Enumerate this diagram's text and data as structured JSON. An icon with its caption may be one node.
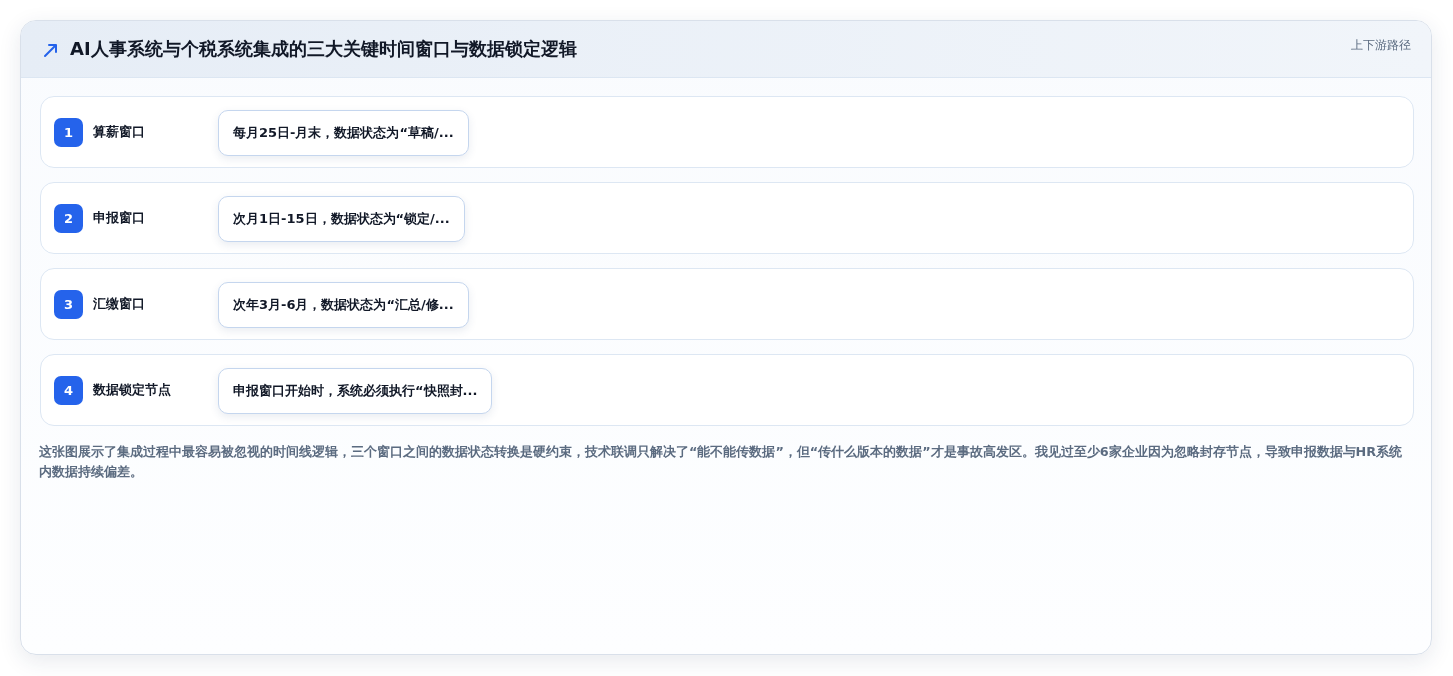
{
  "diagram": {
    "title": "AI人事系统与个税系统集成的三大关键时间窗口与数据锁定逻辑",
    "caption": "这张图展示了集成过程中最容易被忽视的时间线逻辑，三个窗口之间的数据状态转换是硬约束，技术联调只解决了“能不能传数据”，但“传什么版本的数据”才是事故高发区。我见过至少6家企业因为忽略封存节点，导致申报数据与HR系统内数据持续偏差。",
    "nodes": [
      {
        "text": [
          "算薪窗口"
        ]
      },
      {
        "text": [
          "1"
        ],
        "in": 0
      },
      {
        "text": [
          "每月25日-月末，数据状态为“草稿/..."
        ],
        "in": 0
      },
      {
        "text": [
          "申报窗口"
        ]
      },
      {
        "text": [
          "2"
        ],
        "in": 3
      },
      {
        "text": [
          "次月1日-15日，数据状态为“锁定/..."
        ],
        "in": 3
      },
      {
        "text": [
          "汇缴窗口"
        ]
      },
      {
        "text": [
          "3"
        ],
        "in": 6
      },
      {
        "text": [
          "次年3月-6月，数据状态为“汇总/修..."
        ],
        "in": 6
      },
      {
        "text": [
          "数据锁定节点"
        ]
      },
      {
        "text": [
          "4"
        ],
        "in": 9
      },
      {
        "text": [
          "申报窗口开始时，系统必须执行“快照封..."
        ],
        "in": 9
      }
    ],
    "labels": [
      "上下游路径"
    ]
  }
}
